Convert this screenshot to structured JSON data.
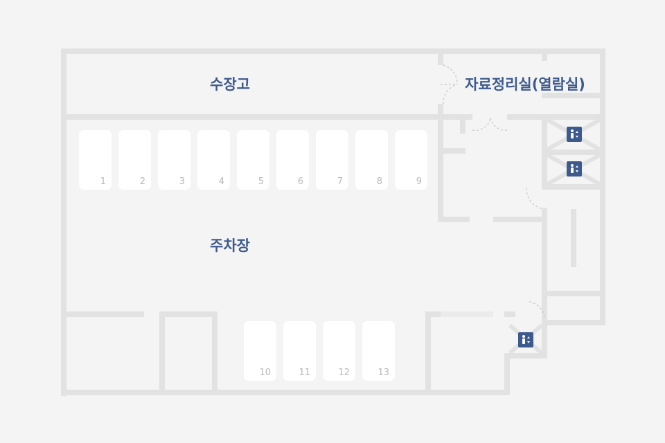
{
  "colors": {
    "background": "#f4f4f4",
    "wall": "#e2e2e2",
    "slot_fill": "#ffffff",
    "slot_number": "#b9b9b9",
    "label": "#3d5a8f",
    "elevator_icon_bg": "#3d5a8f",
    "door_swing": "#cfcfcf"
  },
  "rooms": {
    "storage": "수장고",
    "archive_room": "자료정리실(열람실)",
    "parking": "주차장"
  },
  "parking_slots_top": [
    "1",
    "2",
    "3",
    "4",
    "5",
    "6",
    "7",
    "8",
    "9"
  ],
  "parking_slots_bottom": [
    "10",
    "11",
    "12",
    "13"
  ],
  "elevators": [
    {
      "icon": "elevator-icon"
    },
    {
      "icon": "elevator-icon"
    },
    {
      "icon": "elevator-icon"
    }
  ]
}
